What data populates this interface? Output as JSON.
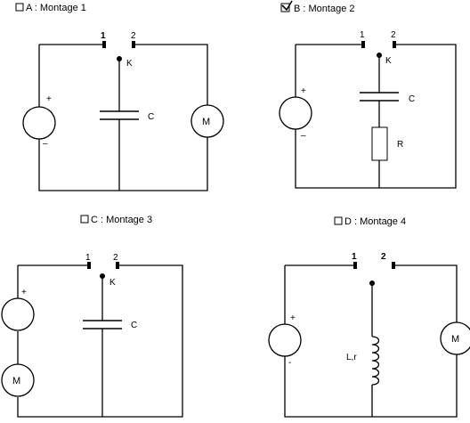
{
  "diagrams": [
    {
      "id": "A",
      "title": "A : Montage 1",
      "checked": false,
      "switch_pos_1": "1",
      "switch_pos_2": "2",
      "switch": "K",
      "plus": "+",
      "minus": "–",
      "capacitor": "C",
      "motor": "M"
    },
    {
      "id": "B",
      "title": "B :  Montage 2",
      "checked": true,
      "switch_pos_1": "1",
      "switch_pos_2": "2",
      "switch": "K",
      "plus": "+",
      "minus": "–",
      "capacitor": "C",
      "resistor": "R"
    },
    {
      "id": "C",
      "title": "C : Montage 3",
      "checked": false,
      "switch_pos_1": "1",
      "switch_pos_2": "2",
      "switch": "K",
      "plus": "+",
      "capacitor": "C",
      "motor": "M"
    },
    {
      "id": "D",
      "title": "D : Montage 4",
      "checked": false,
      "switch_pos_1": "1",
      "switch_pos_2": "2",
      "plus": "+",
      "minus": "-",
      "inductor": "L,r",
      "motor": "M"
    }
  ]
}
